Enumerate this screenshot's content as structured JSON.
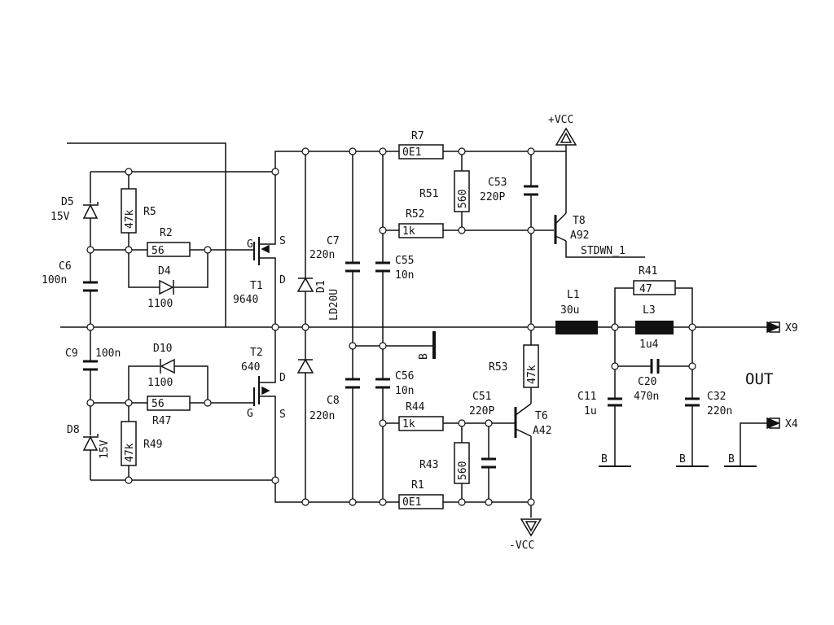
{
  "power": {
    "vcc_pos": "+VCC",
    "vcc_neg": "-VCC",
    "ground": "B"
  },
  "outputs": {
    "out_label": "OUT",
    "x9": "X9",
    "x4": "X4",
    "stdwn": "STDWN_1"
  },
  "resistors": {
    "r7": {
      "ref": "R7",
      "value": "0E1"
    },
    "r1": {
      "ref": "R1",
      "value": "0E1"
    },
    "r51": {
      "ref": "R51",
      "value": "560"
    },
    "r43": {
      "ref": "R43",
      "value": "560"
    },
    "r52": {
      "ref": "R52",
      "value": "1k"
    },
    "r44": {
      "ref": "R44",
      "value": "1k"
    },
    "r5": {
      "ref": "R5",
      "value": "47k"
    },
    "r49": {
      "ref": "R49",
      "value": "47k"
    },
    "r2": {
      "ref": "R2",
      "value": "56"
    },
    "r47": {
      "ref": "R47",
      "value": "56"
    },
    "r53": {
      "ref": "R53",
      "value": "47k"
    },
    "r41": {
      "ref": "R41",
      "value": "47"
    }
  },
  "capacitors": {
    "c6": {
      "ref": "C6",
      "value": "100n"
    },
    "c9": {
      "ref": "C9",
      "value": "100n"
    },
    "c7": {
      "ref": "C7",
      "value": "220n"
    },
    "c8": {
      "ref": "C8",
      "value": "220n"
    },
    "c55": {
      "ref": "C55",
      "value": "10n"
    },
    "c56": {
      "ref": "C56",
      "value": "10n"
    },
    "c53": {
      "ref": "C53",
      "value": "220P"
    },
    "c51": {
      "ref": "C51",
      "value": "220P"
    },
    "c11": {
      "ref": "C11",
      "value": "1u"
    },
    "c20": {
      "ref": "C20",
      "value": "470n"
    },
    "c32": {
      "ref": "C32",
      "value": "220n"
    }
  },
  "diodes": {
    "d5": {
      "ref": "D5",
      "value": "15V"
    },
    "d8": {
      "ref": "D8",
      "value": "15V"
    },
    "d4": {
      "ref": "D4",
      "value": "1100"
    },
    "d10": {
      "ref": "D10",
      "value": "1100"
    },
    "d1": {
      "ref": "D1",
      "value": "LD20U"
    }
  },
  "transistors": {
    "t1": {
      "ref": "T1",
      "value": "9640",
      "g": "G",
      "s": "S",
      "d": "D"
    },
    "t2": {
      "ref": "T2",
      "value": "640",
      "g": "G",
      "s": "S",
      "d": "D"
    },
    "t8": {
      "ref": "T8",
      "value": "A92"
    },
    "t6": {
      "ref": "T6",
      "value": "A42"
    }
  },
  "inductors": {
    "l1": {
      "ref": "L1",
      "value": "30u"
    },
    "l3": {
      "ref": "L3",
      "value": "1u4"
    }
  }
}
